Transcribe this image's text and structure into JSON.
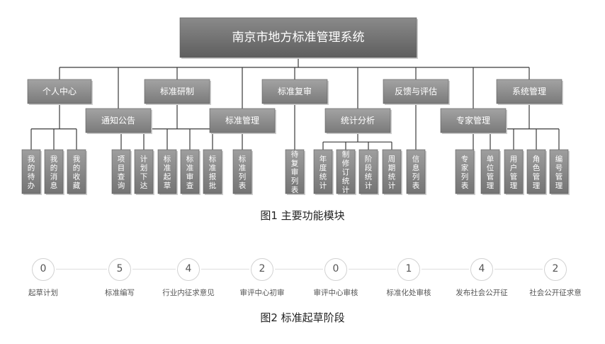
{
  "fig1": {
    "root": "南京市地方标准管理系统",
    "caption": "图1  主要功能模块",
    "modules": [
      {
        "name": "个人中心",
        "children": [
          "我的待办",
          "我的消息",
          "我的收藏"
        ]
      },
      {
        "name": "通知公告",
        "children": []
      },
      {
        "name": "标准研制",
        "children": [
          "项目查询",
          "计划下达",
          "标准起草",
          "标准审查",
          "标准报批"
        ]
      },
      {
        "name": "标准管理",
        "children": [
          "标准列表"
        ]
      },
      {
        "name": "标准复审",
        "children": [
          "待复审列表"
        ]
      },
      {
        "name": "统计分析",
        "children": [
          "年度统计",
          "制修订统计",
          "阶段统计",
          "周期统计"
        ]
      },
      {
        "name": "反馈与评估",
        "children": [
          "信息列表"
        ]
      },
      {
        "name": "专家管理",
        "children": [
          "专家列表"
        ]
      },
      {
        "name": "系统管理",
        "children": [
          "单位管理",
          "用户管理",
          "角色管理",
          "编号管理"
        ]
      }
    ]
  },
  "fig2": {
    "caption": "图2  标准起草阶段",
    "stages": [
      {
        "count": "0",
        "label": "起草计划"
      },
      {
        "count": "5",
        "label": "标准编写"
      },
      {
        "count": "4",
        "label": "行业内征求意见"
      },
      {
        "count": "2",
        "label": "审评中心初审"
      },
      {
        "count": "0",
        "label": "审评中心审核"
      },
      {
        "count": "1",
        "label": "标准化处审核"
      },
      {
        "count": "4",
        "label": "发布社会公开征"
      },
      {
        "count": "2",
        "label": "社会公开征求意"
      }
    ]
  }
}
